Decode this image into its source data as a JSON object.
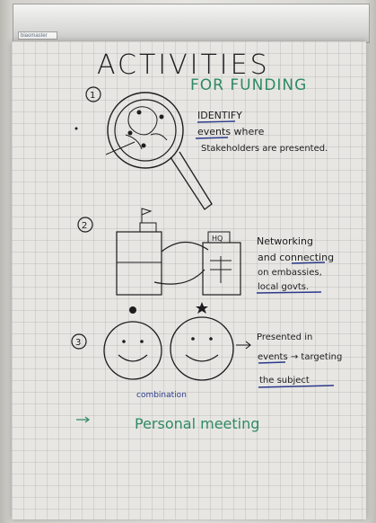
{
  "flipchart": {
    "rail_logo": "biaomaster"
  },
  "poster": {
    "title": "ACTIVITIES",
    "subtitle": "FOR FUNDING",
    "sections": [
      {
        "number": "1",
        "lines": [
          "IDENTIFY",
          "events where",
          "Stakeholders are presented."
        ]
      },
      {
        "number": "2",
        "lines": [
          "Networking",
          "and connecting",
          "on embassies,",
          "local govts."
        ],
        "building_sign": "HQ"
      },
      {
        "number": "3",
        "lines": [
          "Presented in",
          "events → targeting",
          "the subject"
        ],
        "face_caption": "combination"
      }
    ],
    "footer_note": "Personal meeting"
  },
  "colors": {
    "black_marker": "#1d1d1f",
    "green_marker": "#2f8a63",
    "blue_marker": "#2b3a8c",
    "paper": "#e7e6e2"
  }
}
